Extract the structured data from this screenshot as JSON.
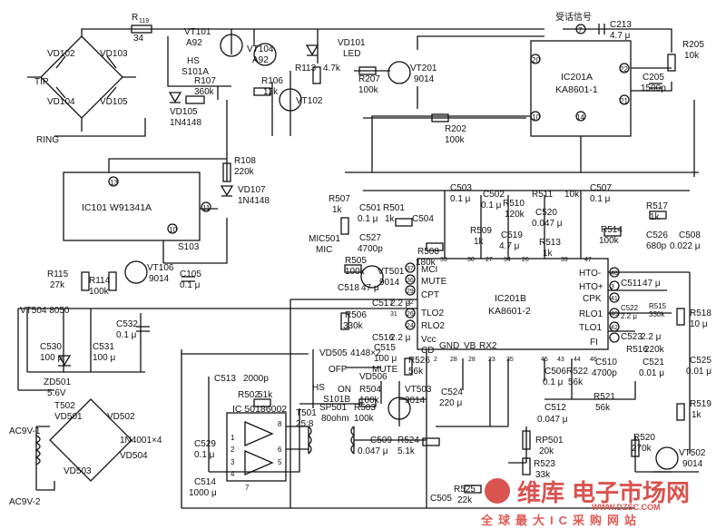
{
  "labels": {
    "l_r119": "R",
    "l_r119s": "119",
    "l_34": "34",
    "l_vt101": "VT101",
    "l_a92a": "A92",
    "l_vt104": "VT104",
    "l_a92b": "A92",
    "l_vd101": "VD101",
    "l_led": "LED",
    "l_vt201": "VT201",
    "l_9014a": "9014",
    "l_sig": "受话信号",
    "l_c213": "C213",
    "l_c213v": "4.7 μ",
    "l_r205": "R205",
    "l_10ka": "10k",
    "l_c205": "C205",
    "l_c205v": "1500p",
    "l_ic201a": "IC201A",
    "l_ka86011": "KA8601-1",
    "l_p20": "20",
    "l_p22": "22",
    "l_p21": "21",
    "l_p10": "10",
    "l_p14": "14",
    "l_p7": "7",
    "l_vd102": "VD102",
    "l_vd103": "VD103",
    "l_vd104": "VD104",
    "l_vd105a": "VD105",
    "l_tip": "TIP",
    "l_ring": "RING",
    "l_hs": "HS",
    "l_s101a": "S101A",
    "l_r107": "R107",
    "l_360k": "360k",
    "l_vd105b": "VD105",
    "l_1n4148a": "1N4148",
    "l_r113": "R113",
    "l_47k": "4.7k",
    "l_r106": "R106",
    "l_12k": "12k",
    "l_vt102": "VT102",
    "l_r207": "R207",
    "l_100ka": "100k",
    "l_r202": "R202",
    "l_100kb": "100k",
    "l_r108": "R108",
    "l_220ka": "220k",
    "l_vd107": "VD107",
    "l_1n4148b": "1N4148",
    "l_ic101": "IC101  W91341A",
    "l_p13": "13",
    "l_p11": "11",
    "l_p10b": "10",
    "l_s103": "S103",
    "l_r115": "R115",
    "l_27k": "27k",
    "l_r114": "R114",
    "l_100kc": "100k",
    "l_vt106": "VT106",
    "l_9014b": "9014",
    "l_c105": "C105",
    "l_01a": "0.1 μ",
    "l_vt504": "VT504  8050",
    "l_c532": "C532",
    "l_01b": "0.1 μ",
    "l_c530": "C530",
    "l_100u1": "100 μ",
    "l_c531": "C531",
    "l_100u2": "100 μ",
    "l_zd501": "ZD501",
    "l_56v": "5.6V",
    "l_t502": "T502",
    "l_vd501": "VD501",
    "l_vd502": "VD502",
    "l_1n4001": "1N4001×4",
    "l_vd503": "VD503",
    "l_vd504": "VD504",
    "l_ac91": "AC9V-1",
    "l_ac92": "AC9V-2",
    "l_r507": "R507",
    "l_1ka": "1k",
    "l_c501": "C501",
    "l_01c": "0.1 μ",
    "l_r501": "R501",
    "l_1kb": "1k",
    "l_c504": "C504",
    "l_mic501": "MIC501",
    "l_mic": "MIC",
    "l_c527": "C527",
    "l_4700pa": "4700p",
    "l_c503": "C503",
    "l_01d": "0.1 μ",
    "l_c502": "C502",
    "l_01e": "0.1 μ",
    "l_r510": "R510",
    "l_120k": "120k",
    "l_r511": "R511",
    "l_10kb": "10k",
    "l_c507": "C507",
    "l_01f": "0.1 μ",
    "l_c520": "C520",
    "l_0047a": "0.047 μ",
    "l_r509": "R509",
    "l_1kc": "1k",
    "l_c519": "C519",
    "l_47u": "4.7 μ",
    "l_r513": "R513",
    "l_1kd": "1k",
    "l_r508": "R508",
    "l_180k": "180k",
    "l_r517": "R517",
    "l_1ke": "1k",
    "l_r514": "R514",
    "l_100kd": "100k",
    "l_c526": "C526",
    "l_680p": "680p",
    "l_c508": "C508",
    "l_0022": "0.022 μ",
    "l_r505": "R505",
    "l_100ke": "100k",
    "l_vt501": "VT501",
    "l_9014c": "9014",
    "l_c518": "C518",
    "l_47ua": "47 μ",
    "l_r506": "R506",
    "l_330ka": "330k",
    "l_c517": "C517",
    "l_22a": "2.2 μ",
    "l_c516": "C516",
    "l_22b": "2.2 μ",
    "l_c515": "C515",
    "l_100ud": "100 μ",
    "l_ic201b": "IC201B",
    "l_ka86012": "KA8601-2",
    "l_mci": "MCI",
    "l_mute": "MUTE",
    "l_cpt": "CPT",
    "l_tlo2": "TLO2",
    "l_rlo2": "RLO2",
    "l_vcc": "Vcc",
    "l_cd": "CD",
    "l_gnd": "GND",
    "l_vb": "VB",
    "l_rx2": "RX2",
    "l_hto_m": "HTO-",
    "l_hto_p": "HTO+",
    "l_cpk": "CPK",
    "l_rlo1": "RLO1",
    "l_tlo1": "TLO1",
    "l_fi": "FI",
    "l_c511": "C511",
    "l_47ub": "47 μ",
    "l_c522": "C522",
    "l_22c": "2.2 μ",
    "l_c523": "C523",
    "l_22d": "2.2 μ",
    "l_r515": "R515",
    "l_330kb": "330k",
    "l_r516": "R516",
    "l_220kb": "220k",
    "l_r518": "R518",
    "l_10u": "10 μ",
    "l_c525": "C525",
    "l_01g": "0.01 μ",
    "l_c510": "C510",
    "l_4700pb": "4700p",
    "l_c521": "C521",
    "l_001": "0.01 μ",
    "l_r522": "R522",
    "l_56ka": "56k",
    "l_c506": "C506",
    "l_01h": "0.1 μ",
    "l_r521": "R521",
    "l_56kb": "56k",
    "l_c512": "C512",
    "l_0047b": "0.047 μ",
    "l_r519": "R519",
    "l_1kf": "1k",
    "l_r520": "R520",
    "l_270k": "270k",
    "l_vt502": "VT502",
    "l_9014d": "9014",
    "l_rp501": "RP501",
    "l_20k": "20k",
    "l_r523": "R523",
    "l_33k": "33k",
    "l_c524": "C524",
    "l_220u": "220 μ",
    "l_r525": "R525",
    "l_22k": "22k",
    "l_c505": "C505",
    "l_r526": "R526",
    "l_56kc": "56k",
    "l_vd505": "VD505",
    "l_4148x2": "4148×2",
    "l_vd506": "VD506",
    "l_off": "OFF",
    "l_on": "ON",
    "l_mute2": "MUTE",
    "l_hs2": "HS",
    "l_s101b": "S101B",
    "l_vt503": "VT503",
    "l_9014e": "9014",
    "l_r504": "R504",
    "l_100kf": "100k",
    "l_r503": "R503",
    "l_100kg": "100k",
    "l_c513": "C513",
    "l_2000p": "2000p",
    "l_r502": "R502",
    "l_51ka": "51k",
    "l_ic50186002": "IC 50186002",
    "l_t501": "T501",
    "l_258": "25:8",
    "l_sp501": "SP501",
    "l_80ohm": "80ohm",
    "l_c509": "C509",
    "l_0047c": "0.047 μ",
    "l_r524": "R524",
    "l_51kb": "5.1k",
    "l_c529": "C529",
    "l_01i": "0.1 μ",
    "l_c514": "C514",
    "l_1000u": "1000 μ",
    "l_p1": "1",
    "l_p2": "2",
    "l_p3": "3",
    "l_p4": "4",
    "l_p5": "5",
    "l_p6": "6",
    "l_p7b": "7",
    "l_p8": "8",
    "l_n37": "37",
    "l_n36": "36",
    "l_n29": "29",
    "l_n26": "26",
    "l_n32": "32",
    "l_n31": "31",
    "l_n24": "24",
    "l_n33": "33",
    "l_n30": "30",
    "l_n27": "27",
    "l_n34": "34",
    "l_n39": "39",
    "l_n47": "47",
    "l_n48": "48",
    "l_n41": "41",
    "l_n40": "40",
    "l_n42": "42",
    "l_n3x": "3",
    "l_n2": "2",
    "l_n28": "28",
    "l_n23": "23",
    "l_n35": "35",
    "l_n45": "45",
    "l_n43": "43",
    "l_n44": "44",
    "l_n46": "46"
  },
  "watermark": {
    "brand": "维库",
    "name": "电子市场网",
    "url": "WWW.DZSC.COM",
    "slogan": "全球最大IC采购网站"
  }
}
